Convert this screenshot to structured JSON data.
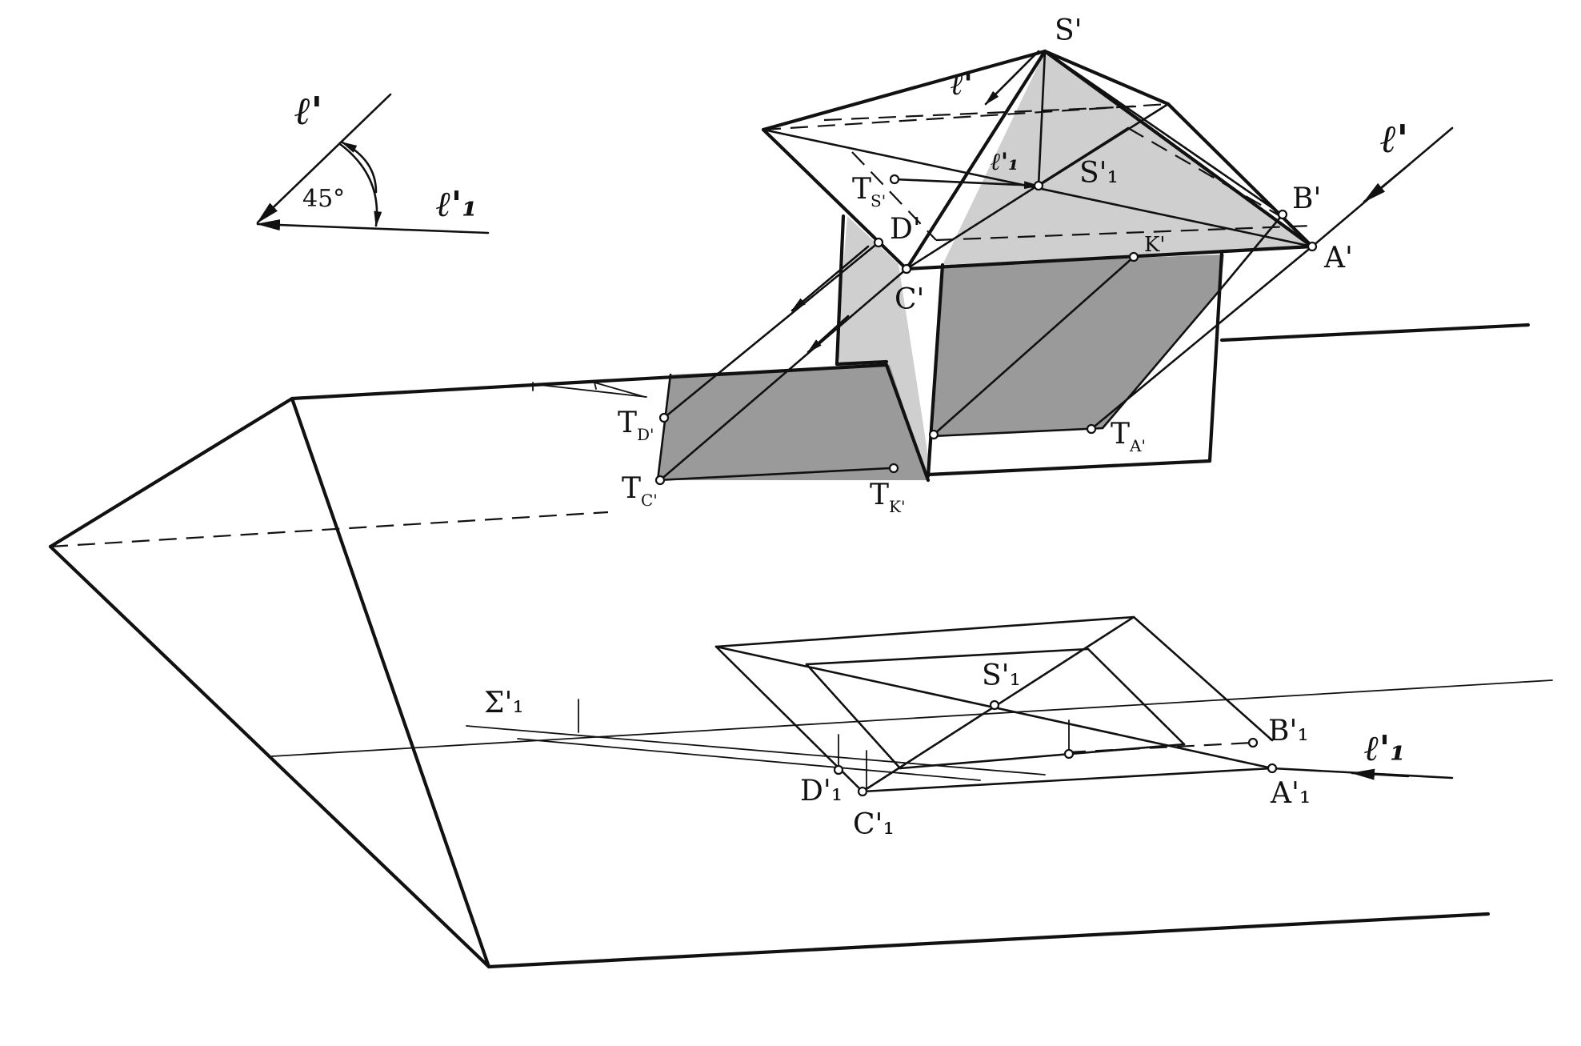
{
  "figure": {
    "labels": {
      "S": "S'",
      "S1_top": "S'₁",
      "S1_bottom": "S'₁",
      "TS": "T",
      "TS_sub": "S'",
      "D": "D'",
      "C": "C'",
      "K": "K'",
      "B": "B'",
      "A": "A'",
      "TD": "T",
      "TD_sub": "D'",
      "TC": "T",
      "TC_sub": "C'",
      "TK": "T",
      "TK_sub": "K'",
      "TA": "T",
      "TA_sub": "A'",
      "Sigma": "Σ'₁",
      "D1": "D'₁",
      "C1": "C'₁",
      "B1": "B'₁",
      "A1": "A'₁",
      "l_legend": "ℓ'",
      "l1_legend": "ℓ'₁",
      "angle": "45°",
      "l_right": "ℓ'",
      "l1_right": "ℓ'₁",
      "l_on_pyramid": "ℓ'",
      "l1_on_pyramid": "ℓ'₁"
    }
  }
}
